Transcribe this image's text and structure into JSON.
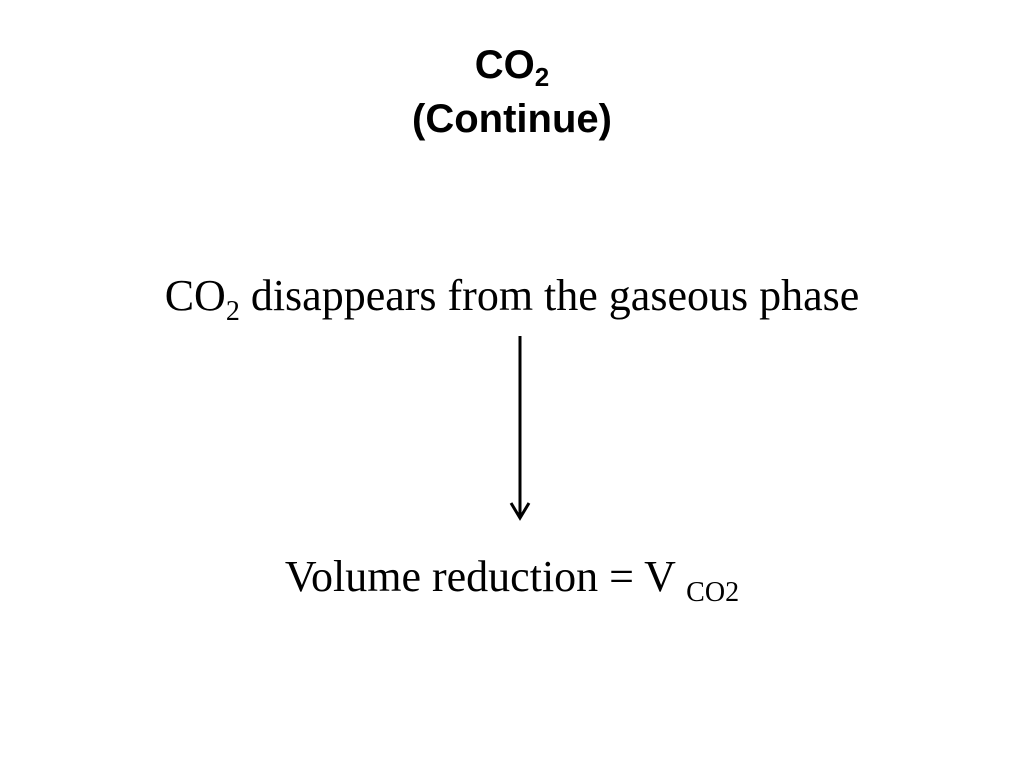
{
  "title": {
    "line1_base": "CO",
    "line1_sub": "2",
    "line2": "(Continue)"
  },
  "statement": {
    "base": "CO",
    "sub": "2",
    "rest": " disappears from the gaseous phase"
  },
  "result": {
    "text": "Volume reduction = V ",
    "sub": "CO2"
  },
  "colors": {
    "text": "#000000",
    "background": "#ffffff",
    "arrow": "#000000"
  }
}
